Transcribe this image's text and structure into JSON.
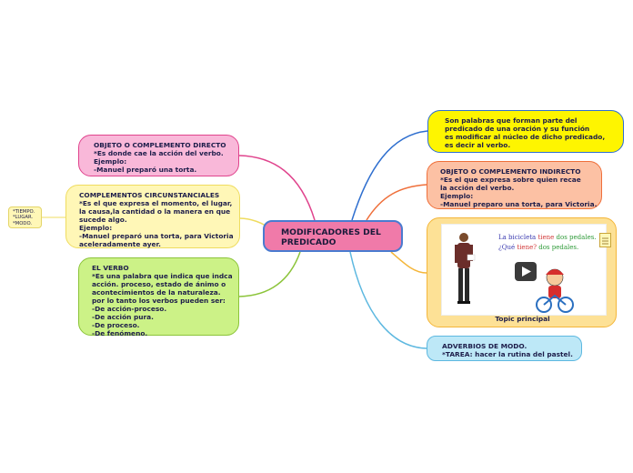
{
  "center": {
    "title": "MODIFICADORES DEL\n      PREDICADO",
    "color": "#f07aa9"
  },
  "nodes": {
    "objeto_directo": "OBJETO O COMPLEMENTO DIRECTO\n *Es donde cae la acción del verbo.\nEjemplo:\n-Manuel preparó una torta.",
    "complementos": "COMPLEMENTOS CIRCUNSTANCIALES\n*Es el que expresa el momento, el lugar,\nla causa,la cantidad o la manera en que\nsucede algo.\nEjemplo:\n-Manuel preparó una torta, para Victoria\naceleradamente ayer.",
    "small_note": "*TIEMPO.\n*LUGAR.\n*MODO.",
    "verbo": "EL VERBO\n*Es una palabra que indica que indca\nacción. proceso, estado de ánimo o\nacontecimientos de la naturaleza.\npor lo tanto los verbos pueden ser:\n-De acción-proceso.\n-De acción pura.\n-De proceso.\n-De fenómeno.",
    "palabras": "Son palabras que forman parte del\npredicado de una oración y su función\nes modificar al núcleo de dicho predicado,\nes decir al verbo.",
    "objeto_indirecto": "OBJETO O COMPLEMENTO INDIRECTO\n*Es el que expresa sobre quien recae\nla acción del verbo.\nEjemplo:\n-Manuel preparo una torta, para Victoria.",
    "topic_label": "Topic principal",
    "adverbios": "ADVERBIOS DE MODO.\n*TAREA: hacer la rutina del pastel."
  },
  "video": {
    "line1": [
      "La bicicleta ",
      "tiene",
      " dos pedales."
    ],
    "line2": [
      "¿Qué ",
      "tiene?",
      " dos pedales."
    ],
    "icons": [
      "play-icon",
      "note-icon"
    ]
  },
  "colors": {
    "pink_branch": "#e0448d",
    "yellow_branch": "#efdc60",
    "green_branch": "#8cc43a",
    "blue_branch": "#2f6fcf",
    "orange_branch": "#ef6f3a",
    "gold_branch": "#f4b63a",
    "light_blue_branch": "#5db8e0"
  }
}
